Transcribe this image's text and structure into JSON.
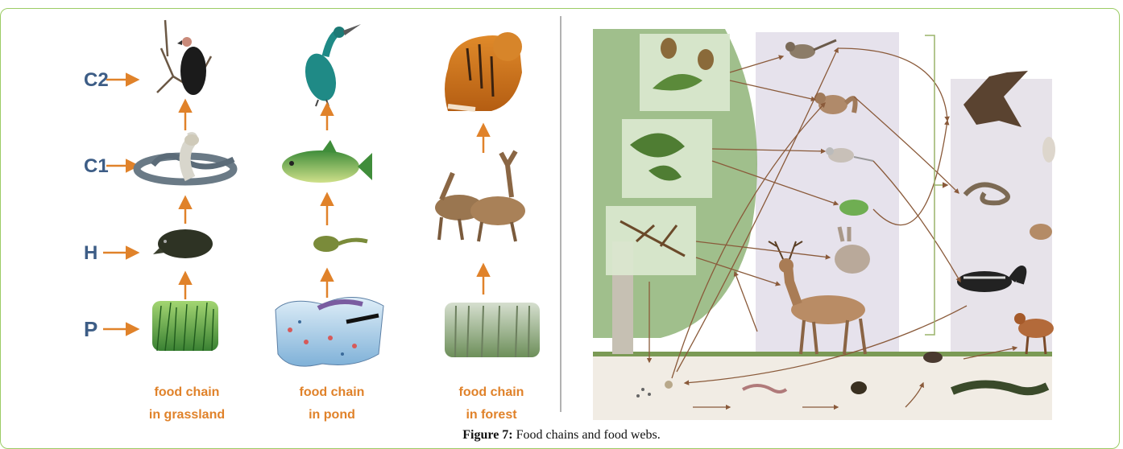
{
  "left_panel": {
    "levels": [
      "C2",
      "C1",
      "H",
      "P"
    ],
    "chains": [
      {
        "label_line1": "food chain",
        "label_line2": "in grassland",
        "organisms": [
          "vulture-icon",
          "snake-icon",
          "mole-icon",
          "grass-icon"
        ]
      },
      {
        "label_line1": "food chain",
        "label_line2": "in pond",
        "organisms": [
          "cormorant-icon",
          "fish-icon",
          "tadpole-icon",
          "plankton-icon"
        ]
      },
      {
        "label_line1": "food chain",
        "label_line2": "in forest",
        "organisms": [
          "tiger-icon",
          "deer-icon",
          "forest-icon"
        ]
      }
    ],
    "arrow_color": "#e0822a",
    "label_color": "#3d5d86"
  },
  "right_panel": {
    "organisms": [
      "tree-icon",
      "acorn-icon",
      "leaf-icon",
      "twig-icon",
      "bird-icon",
      "chipmunk-icon",
      "mouse-icon",
      "frog-icon",
      "rabbit-icon",
      "deer-icon",
      "hawk-icon",
      "snake-icon",
      "owl-icon",
      "weasel-icon",
      "skunk-icon",
      "fox-icon",
      "shrew-icon",
      "worm-icon",
      "beetle-icon",
      "salamander-icon",
      "fungi-icon"
    ]
  },
  "caption": {
    "label": "Figure 7:",
    "text": " Food chains and food webs."
  },
  "colors": {
    "border": "#9ccc65",
    "accent_orange": "#e0822a",
    "web_arrows": "#8a5a3a"
  }
}
